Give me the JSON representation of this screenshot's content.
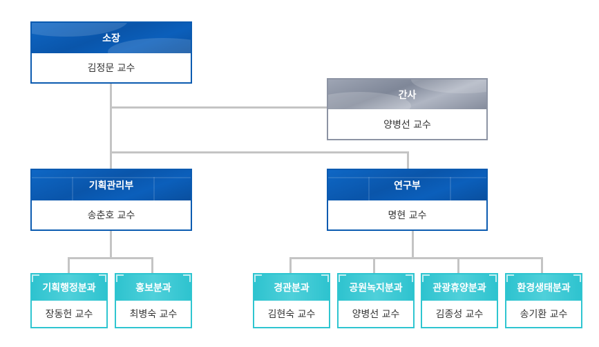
{
  "director": {
    "title": "소장",
    "name": "김정문 교수"
  },
  "secretary": {
    "title": "간사",
    "name": "양병선 교수"
  },
  "departments": [
    {
      "title": "기획관리부",
      "name": "송춘호 교수",
      "divisions": [
        {
          "title": "기획행정분과",
          "name": "장동헌 교수"
        },
        {
          "title": "홍보분과",
          "name": "최병숙 교수"
        }
      ]
    },
    {
      "title": "연구부",
      "name": "명현 교수",
      "divisions": [
        {
          "title": "경관분과",
          "name": "김현숙 교수"
        },
        {
          "title": "공원녹지분과",
          "name": "양병선 교수"
        },
        {
          "title": "관광휴양분과",
          "name": "김종성 교수"
        },
        {
          "title": "환경생태분과",
          "name": "송기환 교수"
        }
      ]
    }
  ],
  "colors": {
    "director_blue": "#0a5ab0",
    "secretary_gray": "#8c93a3",
    "division_teal": "#2ec5d0",
    "connector": "#c4c4c4"
  }
}
